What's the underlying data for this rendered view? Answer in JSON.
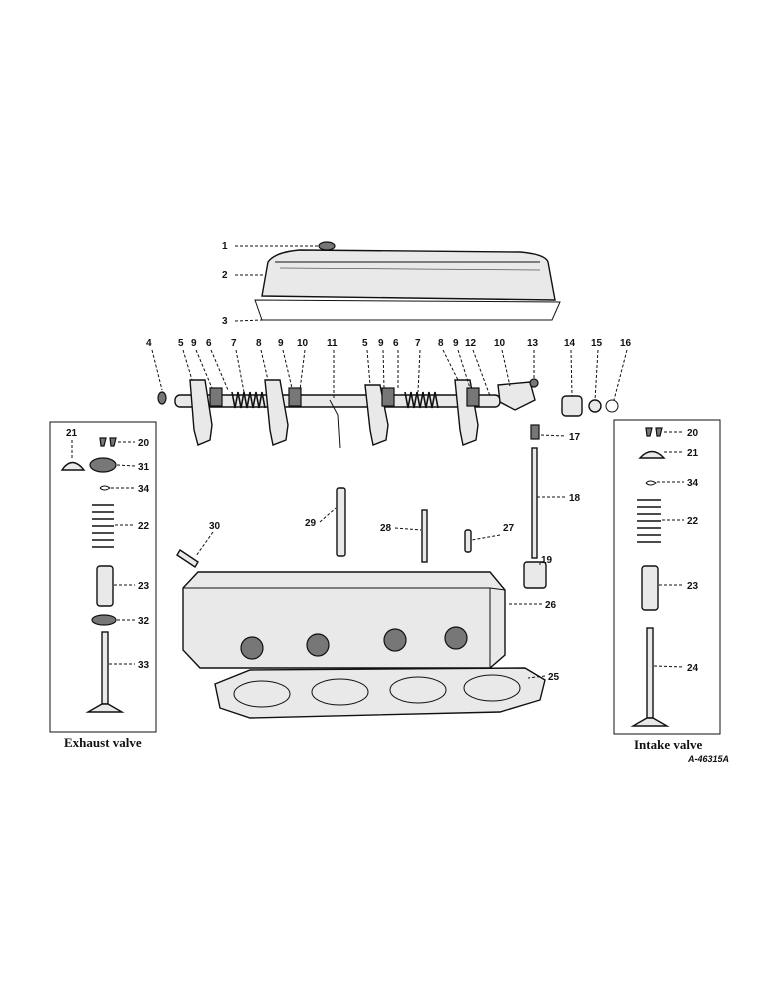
{
  "diagram": {
    "captions": {
      "exhaust": "Exhaust valve",
      "intake": "Intake valve",
      "ref_number": "A-46315A"
    },
    "callouts": {
      "c1": "1",
      "c2": "2",
      "c3": "3",
      "c4": "4",
      "c5a": "5",
      "c9a": "9",
      "c6a": "6",
      "c7a": "7",
      "c8a": "8",
      "c9b": "9",
      "c10a": "10",
      "c11": "11",
      "c5b": "5",
      "c9c": "9",
      "c6b": "6",
      "c7b": "7",
      "c8b": "8",
      "c9d": "9",
      "c12": "12",
      "c10b": "10",
      "c13": "13",
      "c14": "14",
      "c15": "15",
      "c16": "16",
      "c17": "17",
      "c18": "18",
      "c19": "19",
      "c26": "26",
      "c25": "25",
      "c27": "27",
      "c28": "28",
      "c29": "29",
      "c30": "30",
      "ex21": "21",
      "ex20": "20",
      "ex31": "31",
      "ex34": "34",
      "ex22": "22",
      "ex23": "23",
      "ex32": "32",
      "ex33": "33",
      "in20": "20",
      "in21": "21",
      "in34": "34",
      "in22": "22",
      "in23": "23",
      "in24": "24"
    }
  }
}
